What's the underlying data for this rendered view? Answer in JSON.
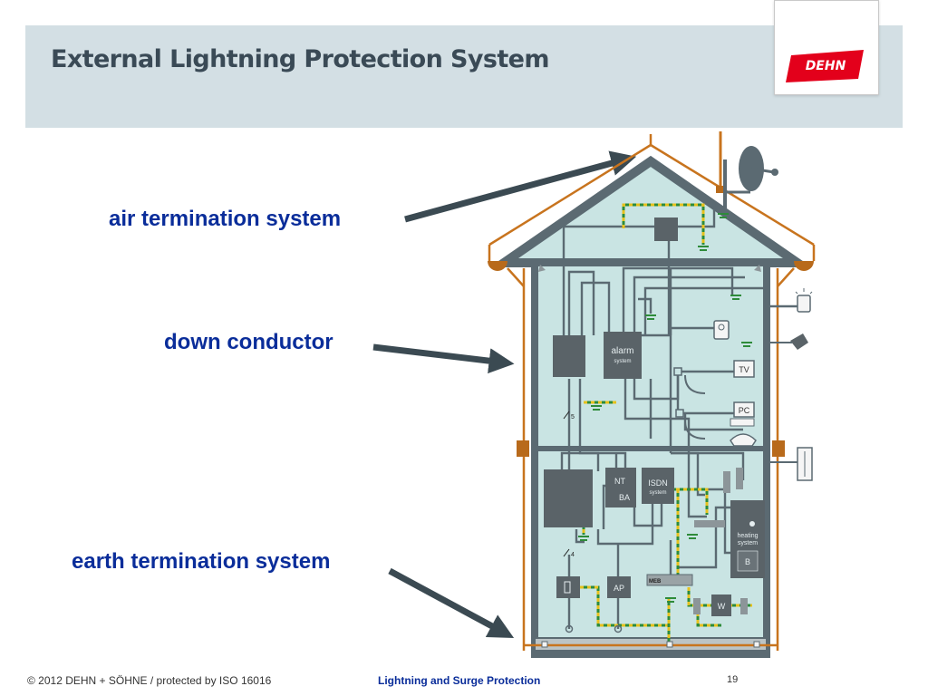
{
  "slide": {
    "title": "External Lightning Protection System",
    "logo_text": "DEHN",
    "page_number": "19"
  },
  "labels": {
    "air_termination": "air termination system",
    "down_conductor": "down conductor",
    "earth_termination": "earth termination system"
  },
  "diagram": {
    "alarm": "alarm",
    "alarm_sub": "system",
    "nt": "NT",
    "ba": "BA",
    "isdn": "ISDN",
    "isdn_sub": "system",
    "heating": "heating",
    "heating_sub": "system",
    "b": "B",
    "ap": "AP",
    "meb": "MEB",
    "w": "W",
    "tv": "TV",
    "pc": "PC",
    "five": "5",
    "four": "4"
  },
  "footer": {
    "copyright": "© 2012 DEHN + SÖHNE / protected by ISO 16016",
    "center": "Lightning and Surge Protection"
  },
  "colors": {
    "header_band": "#d3dfe4",
    "label_blue": "#0a2d9a",
    "conductor_orange": "#c8741e",
    "house_fill": "#c9e4e3",
    "equipment": "#5a6368",
    "logo_red": "#e3001b"
  }
}
